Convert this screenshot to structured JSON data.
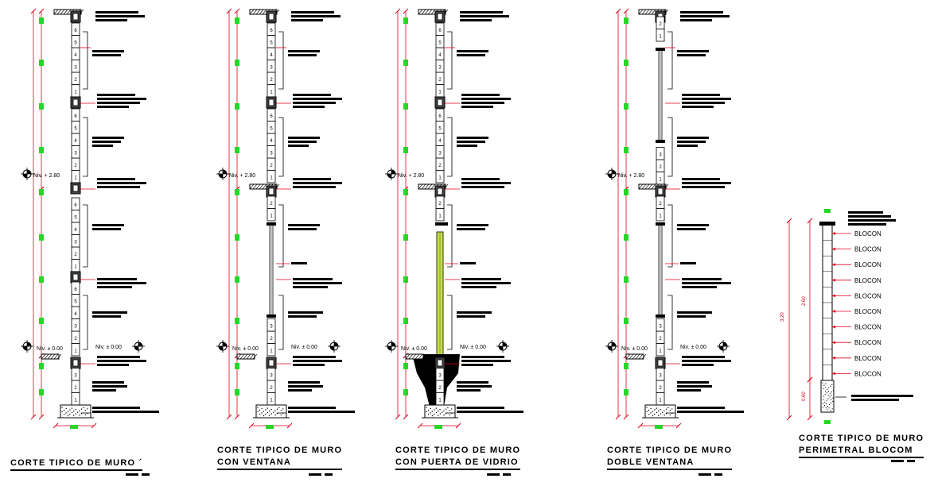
{
  "colors": {
    "ink": "#000000",
    "dimension": "#e0001b",
    "marker": "#27d627",
    "glass": "#c8e04a",
    "block_fill": "#ffffff"
  },
  "levels": {
    "upper": "Niv. + 2.80",
    "lower": "Niv. ± 0.00"
  },
  "sections": [
    {
      "id": "s1",
      "title_lines": [
        "CORTE TIPICO DE MURO ´"
      ],
      "type": "full"
    },
    {
      "id": "s2",
      "title_lines": [
        "CORTE TIPICO DE MURO",
        "CON VENTANA"
      ],
      "type": "window"
    },
    {
      "id": "s3",
      "title_lines": [
        "CORTE TIPICO DE MURO",
        "CON PUERTA DE VIDRIO"
      ],
      "type": "door"
    },
    {
      "id": "s4",
      "title_lines": [
        "CORTE TIPICO DE MURO",
        "DOBLE VENTANA"
      ],
      "type": "double"
    },
    {
      "id": "s5",
      "title_lines": [
        "CORTE TIPICO DE MURO",
        "PERIMETRAL BLOCOM"
      ],
      "type": "perimeter"
    }
  ],
  "block_numbers": [
    "1",
    "2",
    "3",
    "4",
    "5",
    "6"
  ],
  "perimeter": {
    "labels": [
      "BLOCON",
      "BLOCON",
      "BLOCON",
      "BLOCON",
      "BLOCON",
      "BLOCON",
      "BLOCON",
      "BLOCON",
      "BLOCON",
      "BLOCON"
    ],
    "dims": [
      "3.20",
      "2.60",
      "0.60"
    ]
  }
}
